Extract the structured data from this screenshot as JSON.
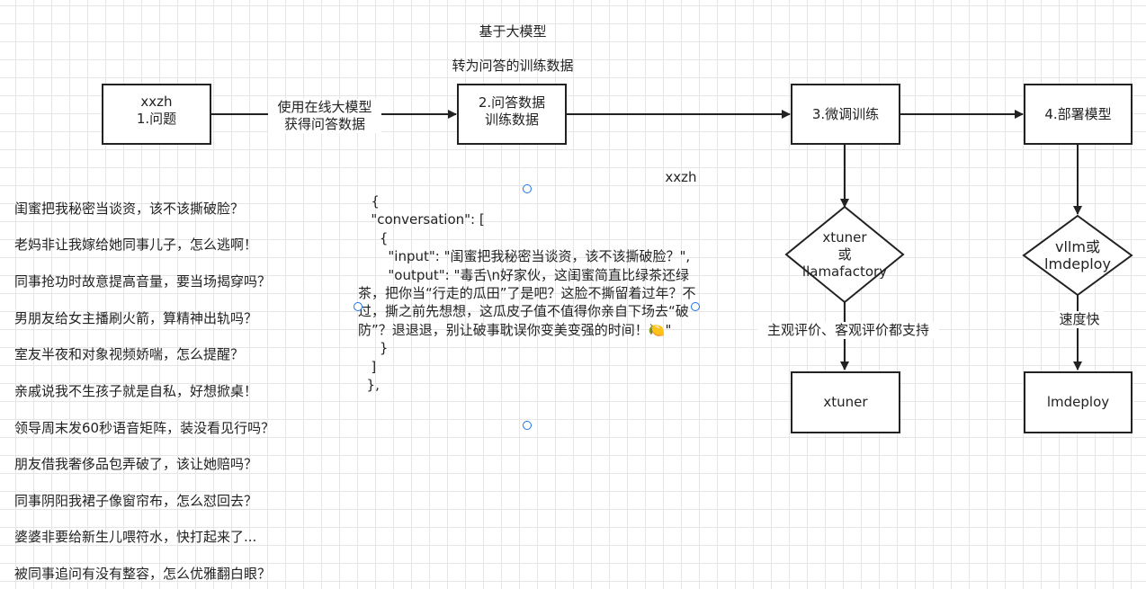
{
  "header": {
    "title_line1": "基于大模型",
    "title_line2": "转为问答的训练数据"
  },
  "nodes": {
    "step1": "xxzh\n1.问题",
    "step2": "2.问答数据\n训练数据",
    "step3": "3.微调训练",
    "step4": "4.部署模型",
    "decision_left": "xtuner\n或\nllamafactory",
    "decision_right": "vllm或\nlmdeploy",
    "result_left": "xtuner",
    "result_right": "lmdeploy"
  },
  "edge_labels": {
    "step1_to_step2": "使用在线大模型\n获得问答数据",
    "left_eval": "主观评价、客观评价都支持",
    "right_speed": "速度快"
  },
  "floating_label": "xxzh",
  "questions": [
    "闺蜜把我秘密当谈资，该不该撕破脸？",
    "老妈非让我嫁给她同事儿子，怎么逃啊！",
    "同事抢功时故意提高音量，要当场揭穿吗？",
    "男朋友给女主播刷火箭，算精神出轨吗？",
    "室友半夜和对象视频娇喘，怎么提醒？",
    "亲戚说我不生孩子就是自私，好想掀桌！",
    "领导周末发60秒语音矩阵，装没看见行吗？",
    "朋友借我奢侈品包弄破了，该让她赔吗？",
    "同事阴阳我裙子像窗帘布，怎么怼回去？",
    "婆婆非要给新生儿喂符水，快打起来了...",
    "被同事追问有没有整容，怎么优雅翻白眼？"
  ],
  "code_sample": "   {\n   \"conversation\": [\n     {\n       \"input\": \"闺蜜把我秘密当谈资，该不该撕破脸？\",\n       \"output\": \"毒舌\\n好家伙，这闺蜜简直比绿茶还绿茶，把你当“行走的瓜田”了是吧？这脸不撕留着过年？不过，撕之前先想想，这瓜皮子值不值得你亲自下场去“破防”？退退退，别让破事耽误你变美变强的时间！🍋\"\n     }\n   ]\n  },",
  "colors": {
    "stroke": "#222222",
    "grid": "#e6e6e6",
    "handle": "#1a73e8"
  }
}
